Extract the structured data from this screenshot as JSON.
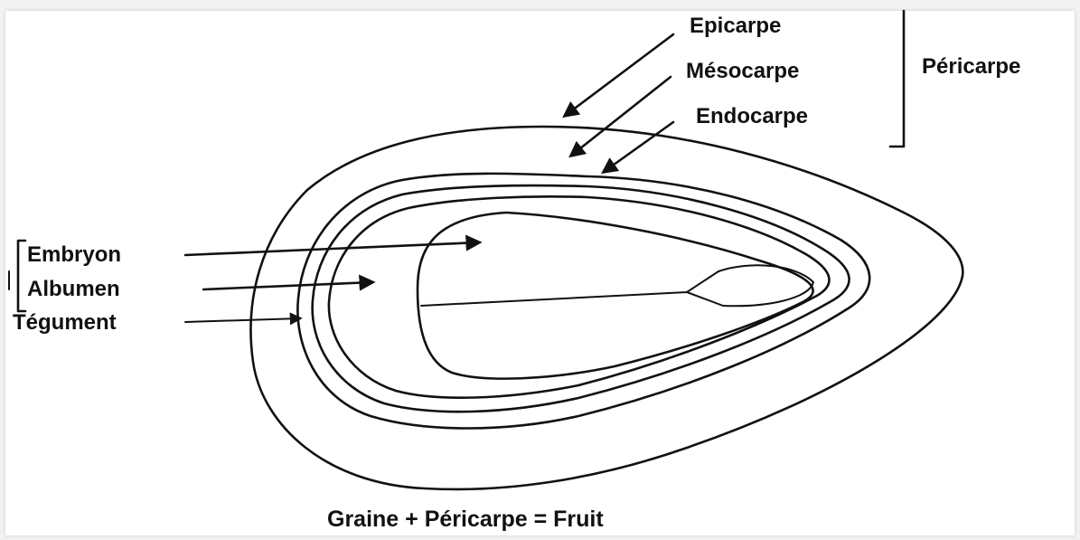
{
  "labels": {
    "epicarpe": "Epicarpe",
    "mesocarpe": "Mésocarpe",
    "endocarpe": "Endocarpe",
    "pericarpe": "Péricarpe",
    "embryon": "Embryon",
    "albumen": "Albumen",
    "tegument": "Tégument",
    "equation": "Graine + Péricarpe = Fruit"
  },
  "colors": {
    "ink": "#111111",
    "paper": "#ffffff",
    "background": "#f2f2f2"
  }
}
